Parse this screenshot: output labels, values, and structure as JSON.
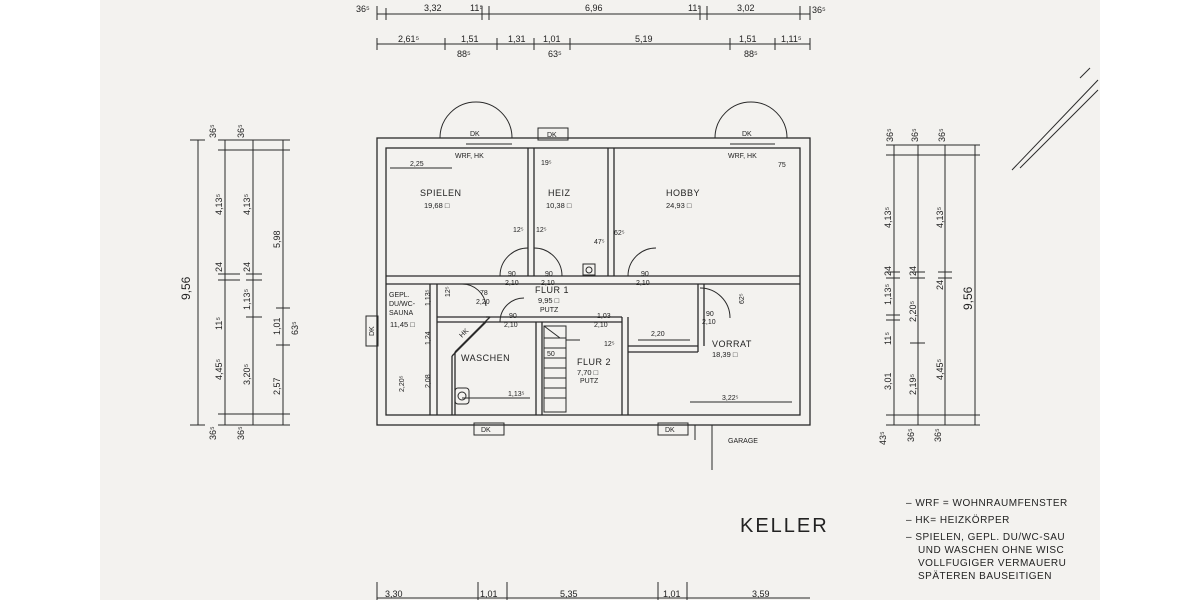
{
  "title": "KELLER",
  "garage": "GARAGE",
  "rooms": {
    "spielen": {
      "name": "SPIELEN",
      "area": "19,68 □"
    },
    "heiz": {
      "name": "HEIZ",
      "area": "10,38 □"
    },
    "hobby": {
      "name": "HOBBY",
      "area": "24,93 □"
    },
    "sauna": {
      "name1": "GEPL.",
      "name2": "DU/WC-",
      "name3": "SAUNA",
      "area": "11,45 □"
    },
    "flur1": {
      "name": "FLUR 1",
      "area": "9,95 □",
      "note": "PUTZ"
    },
    "waschen": {
      "name": "WASCHEN"
    },
    "flur2": {
      "name": "FLUR 2",
      "area": "7,70 □",
      "note": "PUTZ"
    },
    "vorrat": {
      "name": "VORRAT",
      "area": "18,39 □"
    }
  },
  "window_labels": {
    "dk": "DK",
    "wrf_hk": "WRF, HK"
  },
  "inner_dims": {
    "d_2_25": "2,25",
    "d_19": "19⁵",
    "d_75": "75",
    "d_12_a": "12⁵",
    "d_12_b": "12⁵",
    "d_47": "47⁵",
    "d_62": "62⁵",
    "d_90_a": "90",
    "d_210_a": "2,10",
    "d_90_b": "90",
    "d_210_b": "2,10",
    "d_90_c": "90",
    "d_210_c": "2,10",
    "d_78": "78",
    "d_220": "2,20",
    "d_12_c": "12⁵",
    "d_90_d": "90",
    "d_210_d": "2,10",
    "d_103": "1,03",
    "d_210_e": "2,10",
    "d_62_b": "62⁵",
    "d_90_e": "90",
    "d_210_f": "2,10",
    "d_2_20": "2,20",
    "d_12_d": "12⁵",
    "d_hk": "HK",
    "d_50": "50",
    "d_113": "1,13⁵",
    "d_322": "3,22⁵",
    "d_113v": "1,13⁵",
    "d_124": "1,24",
    "d_220v": "2,20⁵",
    "d_208": "2,08"
  },
  "top_row1": [
    "36⁵",
    "3,32",
    "11⁵",
    "6,96",
    "11⁵",
    "3,02",
    "36⁵"
  ],
  "top_row2": [
    "2,61⁵",
    "1,51",
    "1,31",
    "1,01",
    "5,19",
    "1,51",
    "1,11⁵"
  ],
  "top_row2_sub": [
    "88⁵",
    "63⁵",
    "88⁵"
  ],
  "bottom_row": [
    "3,30",
    "1,01",
    "5,35",
    "1,01",
    "3,59"
  ],
  "left_dims": {
    "total": "9,56",
    "top_a": "36⁵",
    "top_b": "36⁵",
    "col2": [
      "4,13⁵",
      "24",
      "11⁵",
      "4,45⁵"
    ],
    "col3": [
      "4,13⁵",
      "24",
      "1,13⁵",
      "3,20⁵"
    ],
    "col4": [
      "5,98",
      "1,01",
      "63⁵",
      "2,57"
    ],
    "bot_a": "36⁵",
    "bot_b": "36⁵"
  },
  "right_dims": {
    "total": "9,56",
    "top": [
      "36⁵",
      "36⁵",
      "36⁵"
    ],
    "col1": [
      "4,13⁵",
      "24",
      "1,13⁵",
      "11⁵",
      "3,01"
    ],
    "col2": [
      "24",
      "2,20⁵",
      "2,19⁵"
    ],
    "col3": [
      "4,13⁵",
      "24",
      "4,45⁵"
    ],
    "col1b": [
      "24"
    ],
    "bot": [
      "43⁵",
      "36⁵",
      "36⁵"
    ]
  },
  "legend": [
    "– WRF = WOHNRAUMFENSTER",
    "– HK= HEIZKÖRPER",
    "– SPIELEN, GEPL. DU/WC-SAU",
    "UND WASCHEN OHNE WISC",
    "VOLLFUGIGER VERMAUERU",
    "SPÄTEREN BAUSEITIGEN"
  ]
}
